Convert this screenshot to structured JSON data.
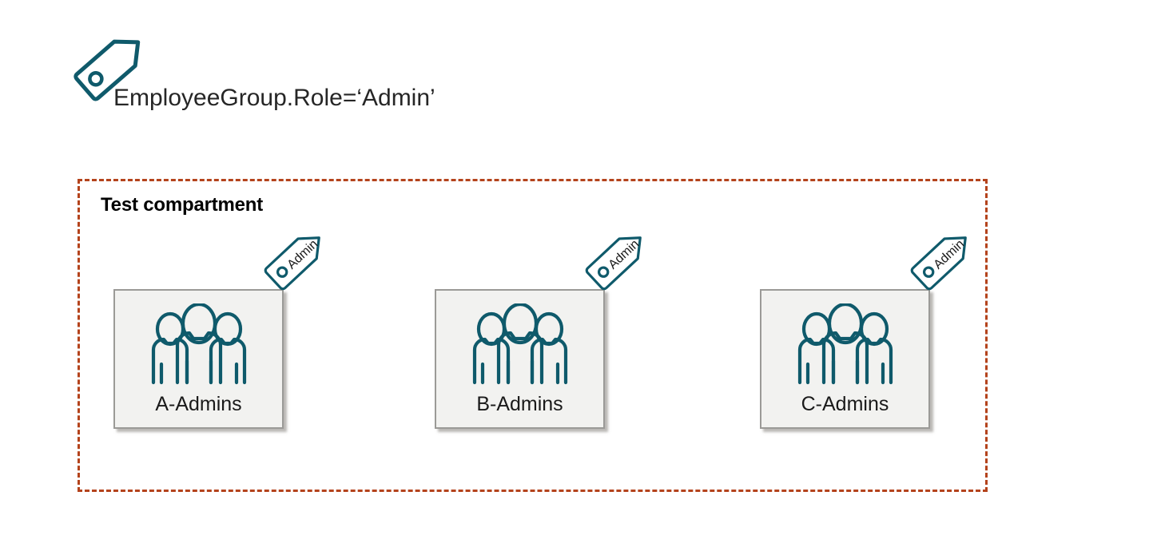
{
  "diagram": {
    "tag_rule": {
      "icon": "tag-icon",
      "label": "EmployeeGroup.Role=‘Admin’"
    },
    "compartment": {
      "title": "Test compartment",
      "border_color": "#b4431c",
      "border_style": "dashed"
    },
    "groups": [
      {
        "label": "A-Admins",
        "icon": "group-people-icon",
        "tag_label": "Admin"
      },
      {
        "label": "B-Admins",
        "icon": "group-people-icon",
        "tag_label": "Admin"
      },
      {
        "label": "C-Admins",
        "icon": "group-people-icon",
        "tag_label": "Admin"
      }
    ],
    "colors": {
      "teal": "#0f5a6b",
      "rust": "#b4431c",
      "card_fill": "#f2f2f0",
      "card_border": "#9b9a97",
      "text": "#262626"
    }
  }
}
